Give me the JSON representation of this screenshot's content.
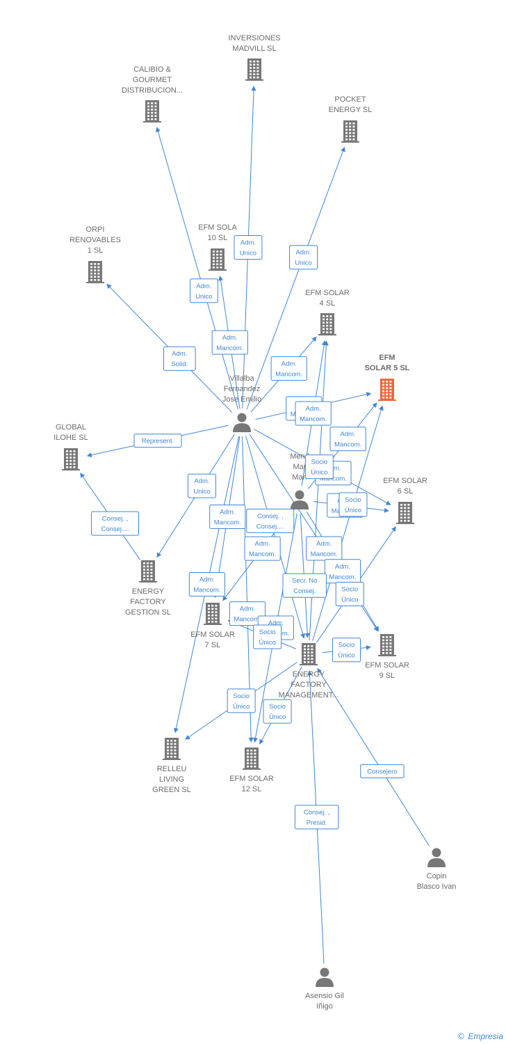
{
  "colors": {
    "edge": "#3f86d6",
    "node": "#777777",
    "focus": "#f2643a",
    "label": "#6b6b6b"
  },
  "nodes": [
    {
      "id": "inversiones",
      "type": "company",
      "lines": [
        "INVERSIONES",
        "MADVILL  SL"
      ]
    },
    {
      "id": "calibio",
      "type": "company",
      "lines": [
        "CALIBIO &",
        "GOURMET",
        "DISTRIBUCION..."
      ]
    },
    {
      "id": "pocket",
      "type": "company",
      "lines": [
        "POCKET",
        "ENERGY  SL"
      ]
    },
    {
      "id": "orpi",
      "type": "company",
      "lines": [
        "ORPI",
        "RENOVABLES",
        "1  SL"
      ]
    },
    {
      "id": "efm10",
      "type": "company",
      "lines": [
        "EFM SOLA",
        "10  SL"
      ]
    },
    {
      "id": "efm4",
      "type": "company",
      "lines": [
        "EFM SOLAR",
        "4  SL"
      ]
    },
    {
      "id": "efm5",
      "type": "company",
      "focus": true,
      "lines": [
        "EFM",
        "SOLAR 5  SL"
      ]
    },
    {
      "id": "villalba",
      "type": "person",
      "lines": [
        "Villalba",
        "Fernandez",
        "Jose Emilio"
      ]
    },
    {
      "id": "global",
      "type": "company",
      "lines": [
        "GLOBAL",
        "ILOHE  SL"
      ]
    },
    {
      "id": "mendez",
      "type": "person",
      "lines": [
        "Mend",
        "Mar",
        "Mari"
      ]
    },
    {
      "id": "efm6",
      "type": "company",
      "lines": [
        "EFM SOLAR",
        "6  SL"
      ]
    },
    {
      "id": "energygestion",
      "type": "company",
      "lines": [
        "ENERGY",
        "FACTORY",
        "GESTION  SL"
      ]
    },
    {
      "id": "efm7",
      "type": "company",
      "lines": [
        "EFM SOLAR",
        "7  SL"
      ]
    },
    {
      "id": "efm9",
      "type": "company",
      "lines": [
        "EFM SOLAR",
        "9  SL"
      ]
    },
    {
      "id": "energymgmt",
      "type": "company",
      "lines": [
        "ENERGY",
        "FACTORY",
        "MANAGEMENT..."
      ]
    },
    {
      "id": "relleu",
      "type": "company",
      "lines": [
        "RELLEU",
        "LIVING",
        "GREEN  SL"
      ]
    },
    {
      "id": "efm12",
      "type": "company",
      "lines": [
        "EFM SOLAR",
        "12  SL"
      ]
    },
    {
      "id": "copin",
      "type": "person",
      "lines": [
        "Copin",
        "Blasco Ivan"
      ]
    },
    {
      "id": "asensio",
      "type": "person",
      "lines": [
        "Asensio Gil",
        "Iñigo"
      ]
    }
  ],
  "edges": [
    {
      "from": "villalba",
      "to": "calibio",
      "label": [
        "Adm.",
        "Unico"
      ]
    },
    {
      "from": "villalba",
      "to": "inversiones",
      "label": [
        "Adm.",
        "Unico"
      ]
    },
    {
      "from": "villalba",
      "to": "pocket",
      "label": [
        "Adm.",
        "Unico"
      ]
    },
    {
      "from": "villalba",
      "to": "orpi",
      "label": [
        "Adm.",
        "Solid."
      ]
    },
    {
      "from": "villalba",
      "to": "efm10",
      "label": [
        "Adm.",
        "Mancom."
      ]
    },
    {
      "from": "villalba",
      "to": "efm4",
      "label": [
        "Adm.",
        "Mancom."
      ]
    },
    {
      "from": "villalba",
      "to": "efm5",
      "label": [
        "Adm.",
        "Mancom."
      ]
    },
    {
      "from": "villalba",
      "to": "global",
      "label": [
        "Represent."
      ]
    },
    {
      "from": "villalba",
      "to": "efm6",
      "label": [
        "Adm.",
        "Mancom."
      ]
    },
    {
      "from": "villalba",
      "to": "energygestion",
      "label": [
        "Adm.",
        "Unico"
      ]
    },
    {
      "from": "villalba",
      "to": "efm7",
      "label": [
        "Adm.",
        "Mancom."
      ]
    },
    {
      "from": "villalba",
      "to": "efm9",
      "label": [
        "Adm.",
        "Mancom."
      ]
    },
    {
      "from": "villalba",
      "to": "energymgmt",
      "label": [
        "Consej. ,",
        "Consej...."
      ]
    },
    {
      "from": "villalba",
      "to": "relleu",
      "label": [
        "Adm.",
        "Mancom."
      ]
    },
    {
      "from": "villalba",
      "to": "efm12",
      "label": [
        "Adm.",
        "Mancom."
      ]
    },
    {
      "from": "energygestion",
      "to": "global",
      "label": [
        "Consej. ,",
        "Consej...."
      ]
    },
    {
      "from": "mendez",
      "to": "efm4",
      "label": [
        "Adm.",
        "Mancom."
      ]
    },
    {
      "from": "mendez",
      "to": "efm5",
      "label": [
        "Adm.",
        "Mancom."
      ]
    },
    {
      "from": "mendez",
      "to": "efm6",
      "label": [
        "Adm.",
        "Mancom."
      ]
    },
    {
      "from": "mendez",
      "to": "efm9",
      "label": [
        "Adm.",
        "Mancom."
      ]
    },
    {
      "from": "mendez",
      "to": "energymgmt",
      "label": [
        "Secr.  No",
        "Consej."
      ]
    },
    {
      "from": "mendez",
      "to": "efm7",
      "label": [
        "Adm.",
        "Mancom."
      ]
    },
    {
      "from": "mendez",
      "to": "efm12",
      "label": [
        "Adm.",
        "Mancom."
      ]
    },
    {
      "from": "energymgmt",
      "to": "efm5",
      "label": [
        "Socio",
        "Único"
      ]
    },
    {
      "from": "energymgmt",
      "to": "efm6",
      "label": [
        "Socio",
        "Único"
      ]
    },
    {
      "from": "energymgmt",
      "to": "efm9",
      "label": [
        "Socio",
        "Único"
      ]
    },
    {
      "from": "energymgmt",
      "to": "efm4",
      "label": [
        "Socio",
        "Único"
      ]
    },
    {
      "from": "energymgmt",
      "to": "efm7",
      "label": [
        "Socio",
        "Único"
      ]
    },
    {
      "from": "energymgmt",
      "to": "relleu",
      "label": [
        "Socio",
        "Único"
      ]
    },
    {
      "from": "energymgmt",
      "to": "efm12",
      "label": [
        "Socio",
        "Único"
      ]
    },
    {
      "from": "copin",
      "to": "energymgmt",
      "label": [
        "Consejero"
      ]
    },
    {
      "from": "asensio",
      "to": "energymgmt",
      "label": [
        "Consej. ,",
        "Presid."
      ]
    }
  ],
  "footer": {
    "copyright": "©",
    "brand": "Empresia"
  }
}
